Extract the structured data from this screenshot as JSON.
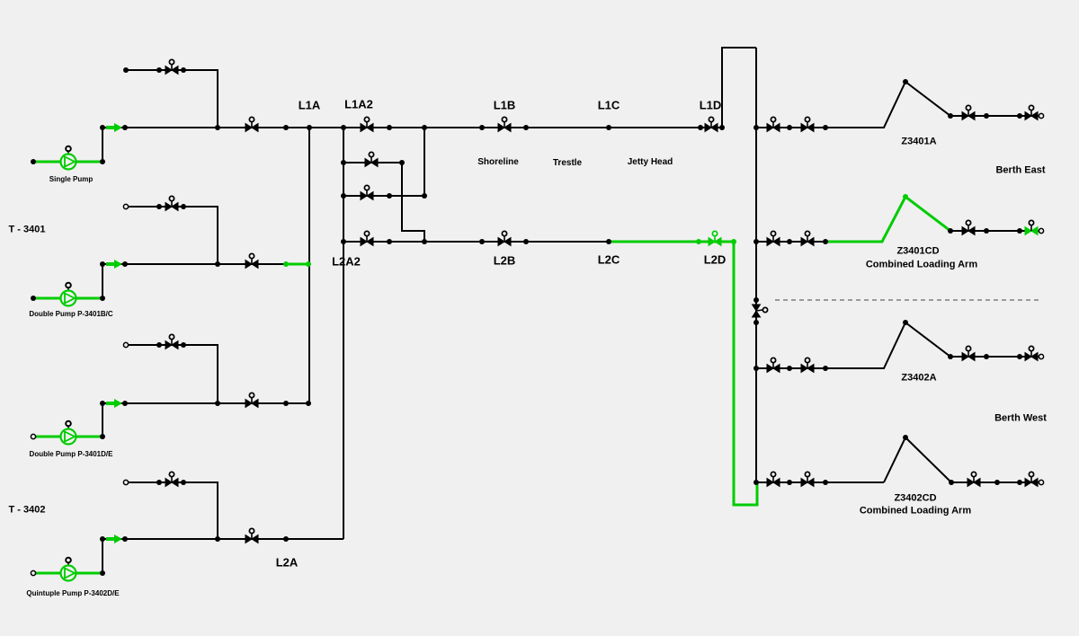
{
  "colors": {
    "background": "#f0f0f0",
    "pipe": "#000000",
    "active_flow": "#00cc00"
  },
  "tanks": {
    "t3401": "T - 3401",
    "t3402": "T - 3402"
  },
  "pumps": {
    "single": "Single Pump",
    "double_bc": "Double Pump P-3401B/C",
    "double_de": "Double Pump P-3401D/E",
    "quintuple": "Quintuple Pump P-3402D/E"
  },
  "line_labels": {
    "l1a": "L1A",
    "l1a2": "L1A2",
    "l1b": "L1B",
    "l1c": "L1C",
    "l1d": "L1D",
    "l2a": "L2A",
    "l2a2": "L2A2",
    "l2b": "L2B",
    "l2c": "L2C",
    "l2d": "L2D"
  },
  "zones": {
    "shoreline": "Shoreline",
    "trestle": "Trestle",
    "jetty_head": "Jetty Head"
  },
  "berths": {
    "east": "Berth East",
    "west": "Berth West"
  },
  "loading_arms": {
    "z3401a": "Z3401A",
    "z3401cd": "Z3401CD",
    "z3401cd_sub": "Combined Loading Arm",
    "z3402a": "Z3402A",
    "z3402cd": "Z3402CD",
    "z3402cd_sub": "Combined Loading Arm"
  }
}
